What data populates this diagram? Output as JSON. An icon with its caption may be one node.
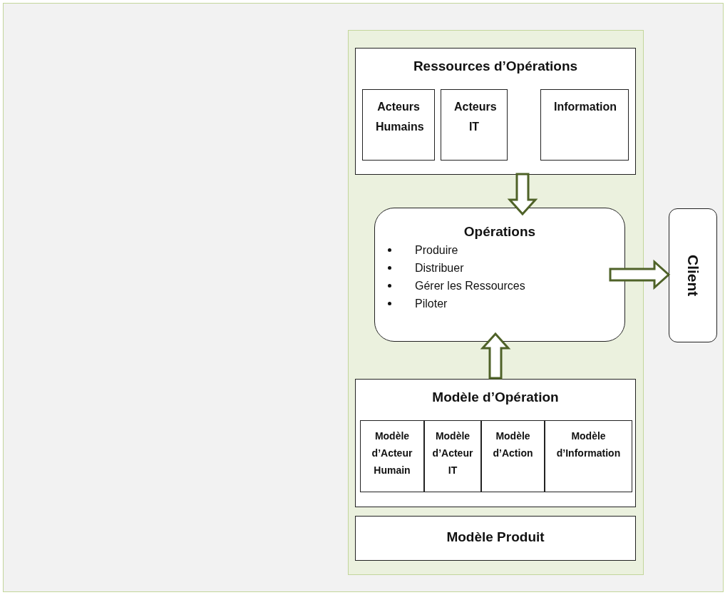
{
  "diagram": {
    "nodes": [
      {
        "text": [],
        "shape": "box"
      },
      {
        "text": [
          "Ressources d’Opérations"
        ],
        "in": 0
      },
      {
        "text": [
          "Acteurs Humains"
        ],
        "in": 1
      },
      {
        "text": [
          "Acteurs IT"
        ],
        "in": 1
      },
      {
        "text": [
          "Information"
        ],
        "in": 1
      },
      {
        "text": [
          "Opérations",
          "Produire",
          "Distribuer",
          "Gérer les Ressources",
          "Piloter"
        ],
        "in": 0
      },
      {
        "text": [
          "Client"
        ]
      },
      {
        "text": [
          "Modèle d’Opération"
        ],
        "in": 0
      },
      {
        "text": [
          "Modèle d’Acteur Humain"
        ],
        "in": 7
      },
      {
        "text": [
          "Modèle d’Acteur IT"
        ],
        "in": 7
      },
      {
        "text": [
          "Modèle d’Action"
        ],
        "in": 7
      },
      {
        "text": [
          "Modèle d’Information"
        ],
        "in": 7
      },
      {
        "text": [
          "Modèle Produit"
        ],
        "in": 0
      }
    ],
    "edges": [
      {
        "from": 1,
        "to": 5,
        "arrow": "to"
      },
      {
        "from": 7,
        "to": 5,
        "arrow": "to"
      },
      {
        "from": 5,
        "to": 6,
        "arrow": "to"
      }
    ]
  }
}
